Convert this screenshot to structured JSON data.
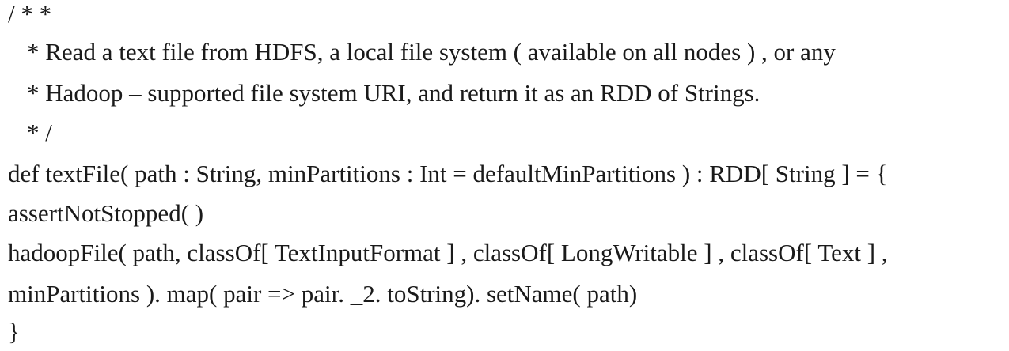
{
  "code": {
    "lines": [
      "/ * *",
      "* Read a text file from HDFS, a local file system ( available on all nodes ) , or any",
      "* Hadoop – supported file system URI, and return it as an RDD of Strings.",
      "* /",
      "def textFile( path : String, minPartitions : Int = defaultMinPartitions ) : RDD[ String ] = {",
      "assertNotStopped( )",
      "hadoopFile( path, classOf[ TextInputFormat ] , classOf[ LongWritable ] , classOf[ Text ] ,",
      "minPartitions ). map( pair => pair. _2. toString). setName( path)",
      "}"
    ]
  }
}
